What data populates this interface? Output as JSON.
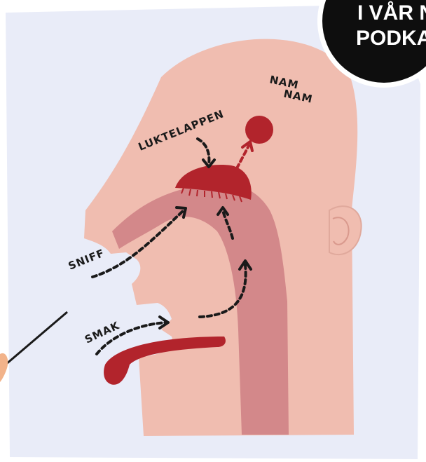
{
  "labels": {
    "olfactory": "LUKTELAPPEN",
    "yum1": "NAM",
    "yum2": "NAM",
    "sniff": "SNIFF",
    "taste": "SMAK"
  },
  "badge": {
    "line1": "I VÅR NY",
    "line2": "PODKAS"
  },
  "colors": {
    "background": "#e9ecf8",
    "skin": "#f0bdb0",
    "inner_tract": "#d3888a",
    "tissue": "#b2242c",
    "ink": "#1a1a1a",
    "badge": "#0e0e0e"
  }
}
